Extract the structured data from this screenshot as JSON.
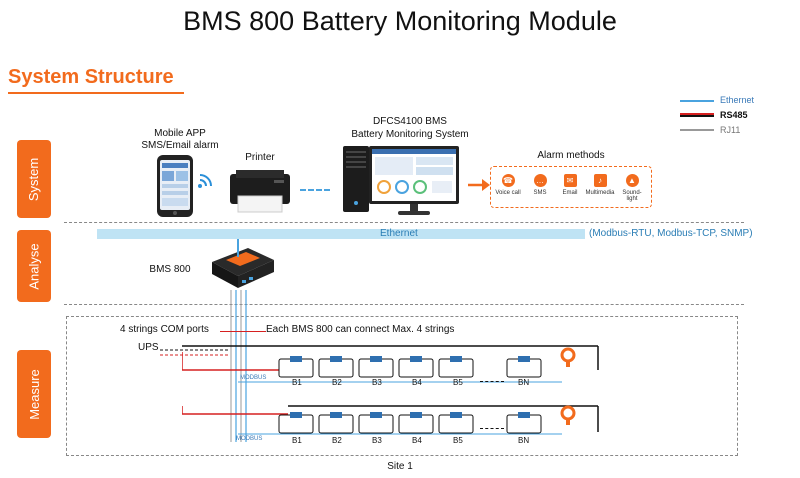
{
  "title": "BMS 800 Battery Monitoring Module",
  "section_title": "System Structure",
  "legend": {
    "ethernet": "Ethernet",
    "rs485": "RS485",
    "rj11": "RJ11"
  },
  "tabs": {
    "system": "System",
    "analyse": "Analyse",
    "measure": "Measure"
  },
  "mobile": {
    "line1": "Mobile APP",
    "line2": "SMS/Email alarm"
  },
  "printer_label": "Printer",
  "monitoring": {
    "line1": "DFCS4100 BMS",
    "line2": "Battery Monitoring System"
  },
  "alarm": {
    "title": "Alarm methods",
    "items": [
      "Voice call",
      "SMS",
      "Email",
      "Multimedia",
      "Sound-light"
    ]
  },
  "network": {
    "ethernet_label": "Ethernet",
    "protocols": "(Modbus-RTU, Modbus-TCP, SNMP)"
  },
  "device_label": "BMS 800",
  "com_ports": "4 strings COM ports",
  "max_strings": "Each BMS 800 can connect Max. 4 strings",
  "ups_label": "UPS",
  "modbus_label": "MODBUS",
  "batteries": [
    "B1",
    "B2",
    "B3",
    "B4",
    "B5",
    "BN"
  ],
  "site_label": "Site 1",
  "colors": {
    "accent": "#f26b1d",
    "ethernet": "#4aa3df",
    "rs485": "#d62020"
  }
}
